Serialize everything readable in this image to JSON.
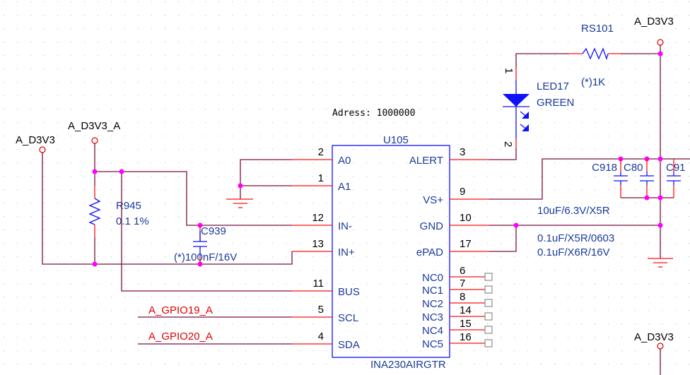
{
  "colors": {
    "wire": "#7a1040",
    "pin": "#ff1010",
    "body": "#1010ff",
    "junction": "#ff00ff",
    "text": "#1a3a9a"
  },
  "ic": {
    "ref": "U105",
    "part": "INA230AIRGTR",
    "note": "Adress: 1000000",
    "left_pins": [
      {
        "name": "A0",
        "num": "2"
      },
      {
        "name": "A1",
        "num": "1"
      },
      {
        "name": "IN-",
        "num": "12"
      },
      {
        "name": "IN+",
        "num": "13"
      },
      {
        "name": "BUS",
        "num": "11"
      },
      {
        "name": "SCL",
        "num": "5"
      },
      {
        "name": "SDA",
        "num": "4"
      }
    ],
    "right_pins": [
      {
        "name": "ALERT",
        "num": "3"
      },
      {
        "name": "VS+",
        "num": "9"
      },
      {
        "name": "GND",
        "num": "10"
      },
      {
        "name": "ePAD",
        "num": "17"
      },
      {
        "name": "NC0",
        "num": "6"
      },
      {
        "name": "NC1",
        "num": "7"
      },
      {
        "name": "NC2",
        "num": "8"
      },
      {
        "name": "NC3",
        "num": "14"
      },
      {
        "name": "NC4",
        "num": "15"
      },
      {
        "name": "NC5",
        "num": "16"
      }
    ]
  },
  "nets": {
    "left_power": "A_D3V3",
    "shunt_power": "A_D3V3_A",
    "top_power": "A_D3V3",
    "bottom_power": "A_D3V3",
    "scl": "A_GPIO19_A",
    "sda": "A_GPIO20_A"
  },
  "parts": {
    "r945": {
      "ref": "R945",
      "value": "0.1 1%"
    },
    "c939": {
      "ref": "C939",
      "value": "(*)100nF/16V"
    },
    "rs101": {
      "ref": "RS101",
      "value": "(*)1K"
    },
    "led17": {
      "ref": "LED17",
      "value": "GREEN",
      "pin1": "1",
      "pin2": "2"
    },
    "c918": {
      "ref": "C918",
      "value": "10uF/6.3V/X5R"
    },
    "c80": {
      "ref": "C80",
      "value": "0.1uF/X5R/0603"
    },
    "c91": {
      "ref": "C91",
      "value": "0.1uF/X6R/16V"
    }
  }
}
